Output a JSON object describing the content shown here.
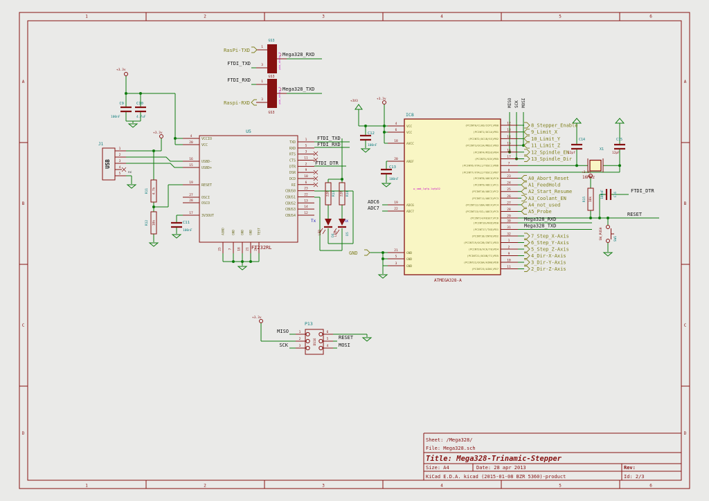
{
  "colors": {
    "background": "#EAEAE8",
    "wire_green": "#0E7A0E",
    "outline_maroon": "#861111",
    "pin_name_olive": "#6F6F28",
    "global_label_olive": "#80801E",
    "local_label_black": "#141414",
    "reference_teal": "#0E7D7D",
    "note_blue": "#1A1AB4",
    "footprint_magenta": "#C800C8",
    "ic_fill": "#F9F6C4"
  },
  "frame": {
    "columns": [
      "1",
      "2",
      "3",
      "4",
      "5",
      "6"
    ],
    "rows": [
      "A",
      "B",
      "C",
      "D"
    ]
  },
  "title_block": {
    "sheet": "Sheet: /Mega328/",
    "file": "File: Mega328.sch",
    "title": "Title: Mega328-Trinamic-Stepper",
    "size": "Size: A4",
    "date": "Date: 28 apr 2013",
    "rev": "Rev:",
    "kicad": "KiCad E.D.A.  kicad (2015-01-08 BZR 5360)-product",
    "id": "Id: 2/3"
  },
  "power": {
    "v33": "+3.3v",
    "v3v3": "+3V3"
  },
  "nets": {
    "ftdi_txd": "FTDI_TXD",
    "ftdi_rxd": "FTDI_RXD",
    "ftdi_dtr": "FTDI_DTR",
    "mega_rxd": "Mega328_RXD",
    "mega_txd": "Mega328_TXD",
    "raspi_txd": "RasPi-TXD",
    "raspi_rxd": "Raspi-RXD",
    "adc6": "ADC6",
    "adc7": "ADC7",
    "reset": "RESET",
    "miso": "MISO",
    "sck": "SCK",
    "mosi": "MOSI",
    "gnd": "GND",
    "nc": "nc",
    "tx": "Tx",
    "rx": "Rx"
  },
  "components": {
    "j1": {
      "ref": "J1",
      "value": "USB",
      "pins": [
        "1",
        "2",
        "3",
        "4",
        "5"
      ]
    },
    "gs_top": {
      "ref": "GS3",
      "value": "GS3",
      "footprint": "pin_strip_3",
      "pins": [
        "1",
        "2",
        "3"
      ]
    },
    "gs_bottom": {
      "ref": "GS3",
      "value": "GS3",
      "footprint": "pin_strip_3",
      "pins": [
        "1",
        "2",
        "3"
      ]
    },
    "c9": {
      "ref": "C9",
      "value": "100nF"
    },
    "c10": {
      "ref": "C10",
      "value": "4.7uF"
    },
    "c11": {
      "ref": "C11",
      "value": "100nF"
    },
    "c12": {
      "ref": "C12",
      "value": "100nF"
    },
    "c13": {
      "ref": "C13",
      "value": "100nF"
    },
    "c14": {
      "ref": "C14",
      "value": "12pf"
    },
    "c15": {
      "ref": "C15",
      "value": "12pF"
    },
    "c16": {
      "ref": "C16",
      "value": "100nF"
    },
    "r11": {
      "ref": "R11",
      "value": "4.7k"
    },
    "r12": {
      "ref": "R12",
      "value": "10k"
    },
    "r13": {
      "ref": "R13",
      "value": "220"
    },
    "r14": {
      "ref": "R14",
      "value": "220"
    },
    "r15": {
      "ref": "R15",
      "value": "10k"
    },
    "d4": {
      "ref": "D4",
      "value": "LED"
    },
    "d5": {
      "ref": "D5",
      "value": "LED"
    },
    "x1": {
      "ref": "X1",
      "value": "16MHz"
    },
    "sw1": {
      "ref": "SW1",
      "value": "SW_PUSH"
    },
    "u5": {
      "ref": "U5",
      "value": "FT232RL",
      "left_pins": [
        {
          "num": "4",
          "name": "VCCIO"
        },
        {
          "num": "20",
          "name": "VCC"
        },
        {
          "num": "16",
          "name": "USBD-"
        },
        {
          "num": "15",
          "name": "USBD+"
        },
        {
          "num": "19",
          "name": "RESET"
        },
        {
          "num": "27",
          "name": "OSCI"
        },
        {
          "num": "28",
          "name": "OSCO"
        },
        {
          "num": "17",
          "name": "3V3OUT"
        }
      ],
      "right_pins": [
        {
          "num": "1",
          "name": "TXD"
        },
        {
          "num": "5",
          "name": "RXD"
        },
        {
          "num": "3",
          "name": "RTS"
        },
        {
          "num": "11",
          "name": "CTS"
        },
        {
          "num": "2",
          "name": "DTR"
        },
        {
          "num": "9",
          "name": "DSR"
        },
        {
          "num": "10",
          "name": "DCD"
        },
        {
          "num": "6",
          "name": "RI"
        },
        {
          "num": "23",
          "name": "CBUS0"
        },
        {
          "num": "22",
          "name": "CBUS1"
        },
        {
          "num": "13",
          "name": "CBUS2"
        },
        {
          "num": "14",
          "name": "CBUS3"
        },
        {
          "num": "12",
          "name": "CBUS4"
        }
      ],
      "bottom_pins": [
        {
          "num": "25",
          "name": "AGND"
        },
        {
          "num": "7",
          "name": "GND"
        },
        {
          "num": "18",
          "name": "GND"
        },
        {
          "num": "21",
          "name": "GND"
        },
        {
          "num": "26",
          "name": "TEST"
        }
      ]
    },
    "ic8": {
      "ref": "IC8",
      "value": "ATMEGA328-A",
      "footprint": "w_smd_lqfp-lqfp32",
      "left_pins": [
        {
          "num": "4",
          "name": "VCC"
        },
        {
          "num": "6",
          "name": "VCC"
        },
        {
          "num": "18",
          "name": "AVCC"
        },
        {
          "num": "20",
          "name": "AREF"
        },
        {
          "num": "19",
          "name": "ADC6"
        },
        {
          "num": "22",
          "name": "ADC7"
        },
        {
          "num": "21",
          "name": "GND"
        },
        {
          "num": "5",
          "name": "GND"
        },
        {
          "num": "3",
          "name": "GND"
        }
      ],
      "pb_pins": [
        {
          "num": "12",
          "name": "(PCINT0/CLKO/ICP1)PB0"
        },
        {
          "num": "13",
          "name": "(PCINT1/OC1A)PB1"
        },
        {
          "num": "14",
          "name": "(PCINT2/OC1B/SS)PB2"
        },
        {
          "num": "15",
          "name": "(PCINT3/OC2A/MOSI)PB3"
        },
        {
          "num": "16",
          "name": "(PCINT4/MISO)PB4"
        },
        {
          "num": "17",
          "name": "(PCINT5/SCK)PB5"
        },
        {
          "num": "7",
          "name": "(PCINT6/XTAL1/TOSC1)PB6"
        },
        {
          "num": "8",
          "name": "(PCINT7/XTAL2/TOSC2)PB7"
        }
      ],
      "pc_pins": [
        {
          "num": "23",
          "name": "(PCINT8/ADC0)PC0"
        },
        {
          "num": "24",
          "name": "(PCINT9/ADC1)PC1"
        },
        {
          "num": "25",
          "name": "(PCINT10/ADC2)PC2"
        },
        {
          "num": "26",
          "name": "(PCINT11/ADC3)PC3"
        },
        {
          "num": "27",
          "name": "(PCINT12/SDA/ADC4)PC4"
        },
        {
          "num": "28",
          "name": "(PCINT13/SCL/ADC5)PC5"
        },
        {
          "num": "29",
          "name": "(PCINT14/RESET)PC6"
        }
      ],
      "pd_pins": [
        {
          "num": "30",
          "name": "(PCINT16/RXD)PD0"
        },
        {
          "num": "31",
          "name": "(PCINT17/TXD)PD1"
        },
        {
          "num": "32",
          "name": "(PCINT18/INT0)PD2"
        },
        {
          "num": "1",
          "name": "(PCINT19/OC2B/INT1)PD3"
        },
        {
          "num": "2",
          "name": "(PCINT20/XCK/T0)PD4"
        },
        {
          "num": "9",
          "name": "(PCINT21/OC0B/T1)PD5"
        },
        {
          "num": "10",
          "name": "(PCINT22/OC0A/AIN0)PD6"
        },
        {
          "num": "11",
          "name": "(PCINT23/AIN1)PD7"
        }
      ]
    },
    "p13": {
      "ref": "P13",
      "value": "DS16",
      "left_pins": [
        "1",
        "2",
        "3"
      ],
      "right_pins": [
        "6",
        "5",
        "4"
      ]
    }
  },
  "global_labels": {
    "pb": [
      "8_Stepper_Enable",
      "9_Limit_X",
      "10_Limit_Y",
      "11_Limit_Z",
      "12_Spindle_EN",
      "13_Spindle_Dir"
    ],
    "pc": [
      "A0_Abort_Reset",
      "A1_FeedHold",
      "A2_Start_Resume",
      "A3_Coolant_EN",
      "A4_not_used",
      "A5_Probe"
    ],
    "pd": [
      "7_Step_X-Axis",
      "6_Step_Y-Axis",
      "5_Step_Z-Axis",
      "4_Dir-X-Axis",
      "3_Dir-Y-Axis",
      "2_Dir-Z-Axis"
    ]
  }
}
